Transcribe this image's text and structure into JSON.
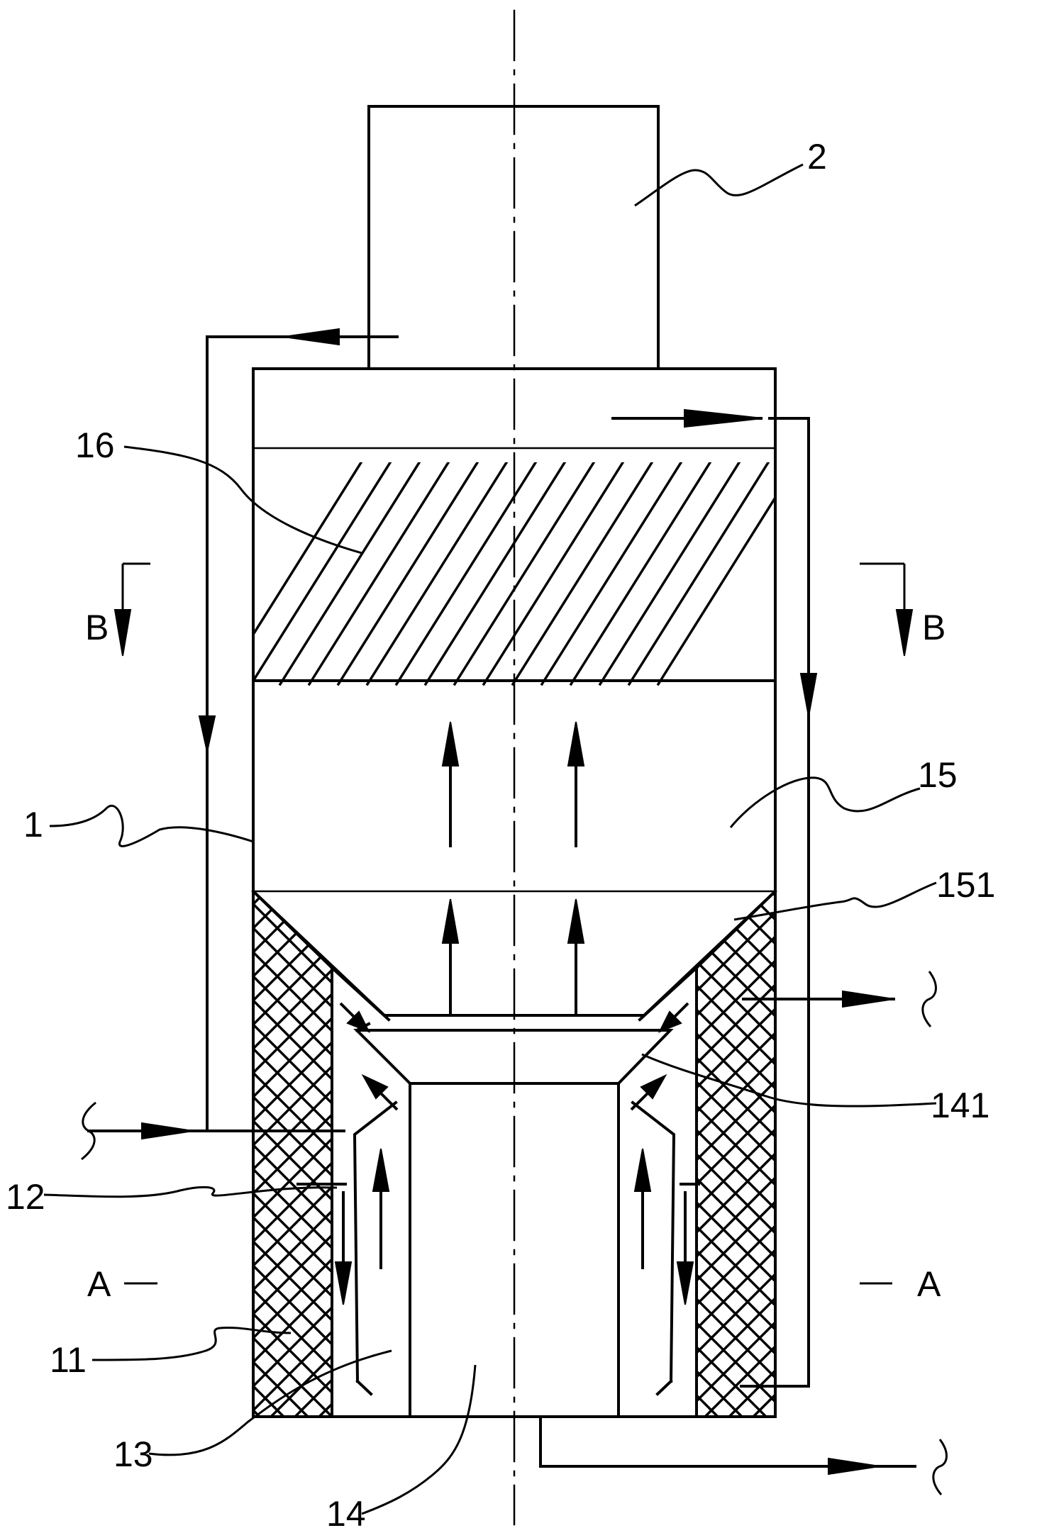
{
  "labels": {
    "part_1": "1",
    "part_2": "2",
    "part_11": "11",
    "part_12": "12",
    "part_13": "13",
    "part_14": "14",
    "part_141": "141",
    "part_15": "15",
    "part_151": "151",
    "part_16": "16",
    "section_a_left": "A",
    "section_a_right": "A",
    "section_b_left": "B",
    "section_b_right": "B"
  },
  "colors": {
    "line": "#000000",
    "background": "#ffffff"
  }
}
